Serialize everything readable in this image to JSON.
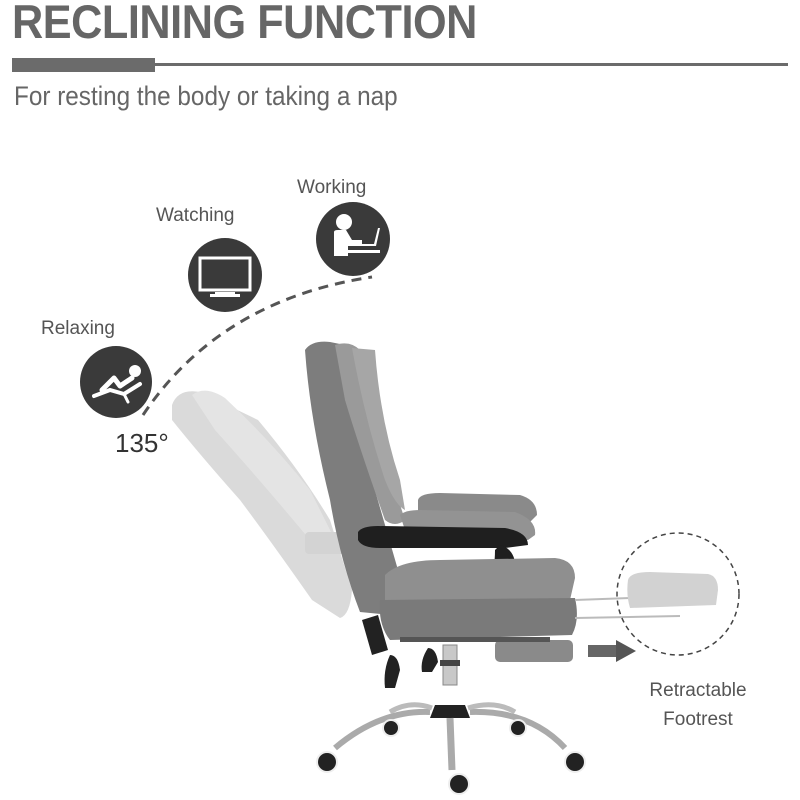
{
  "header": {
    "title": "RECLINING FUNCTION",
    "subtitle": "For resting the body or taking a nap"
  },
  "modes": [
    {
      "label": "Relaxing",
      "icon": "reclining-person-icon"
    },
    {
      "label": "Watching",
      "icon": "monitor-icon"
    },
    {
      "label": "Working",
      "icon": "person-laptop-icon"
    }
  ],
  "recline_angle": "135°",
  "footrest": {
    "line1": "Retractable",
    "line2": "Footrest"
  },
  "colors": {
    "title": "#666666",
    "divider": "#6b6b6b",
    "icon_circle": "#3a3a3a",
    "chair_fabric": "#8a8a8a",
    "chair_ghost": "#d4d4d4"
  }
}
